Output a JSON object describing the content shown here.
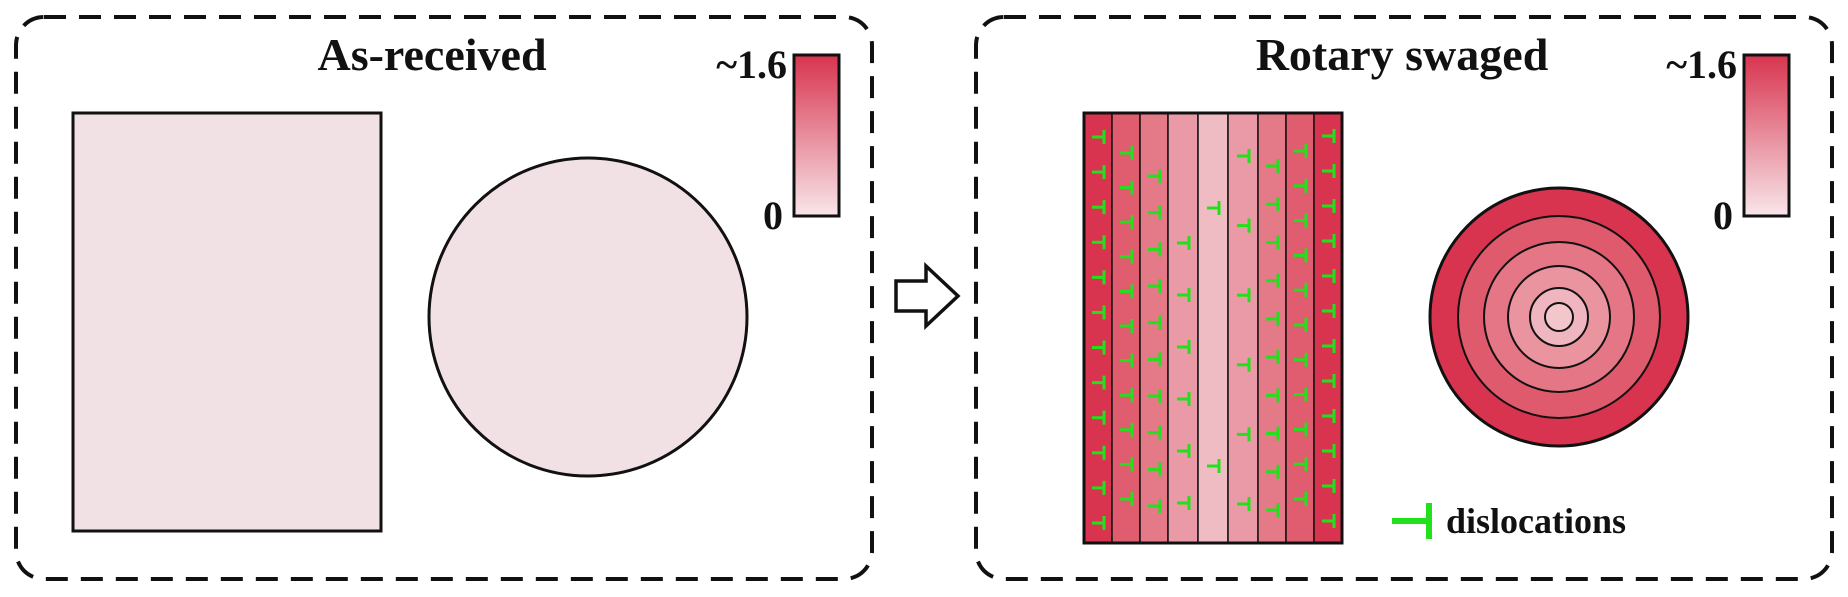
{
  "panels": {
    "left": {
      "title": "As-received",
      "scale_max": "~1.6",
      "scale_min": "0"
    },
    "right": {
      "title": "Rotary swaged",
      "scale_max": "~1.6",
      "scale_min": "0",
      "legend_label": "dislocations"
    }
  },
  "colors": {
    "strain_low": "#f1e0e4",
    "strain_high": "#d8344f",
    "dislocation": "#22e01c",
    "outline": "#111111",
    "strip_shades": [
      "#d8344f",
      "#e05c6f",
      "#e47a88",
      "#ea9aa6",
      "#f0bcc4"
    ],
    "ring_shades": [
      "#d8344f",
      "#df5a6c",
      "#e57685",
      "#ea94a0",
      "#f0b6bf"
    ]
  },
  "icons": {
    "arrow": "right-outline-arrow-icon",
    "dislocation": "dislocation-symbol-icon"
  }
}
